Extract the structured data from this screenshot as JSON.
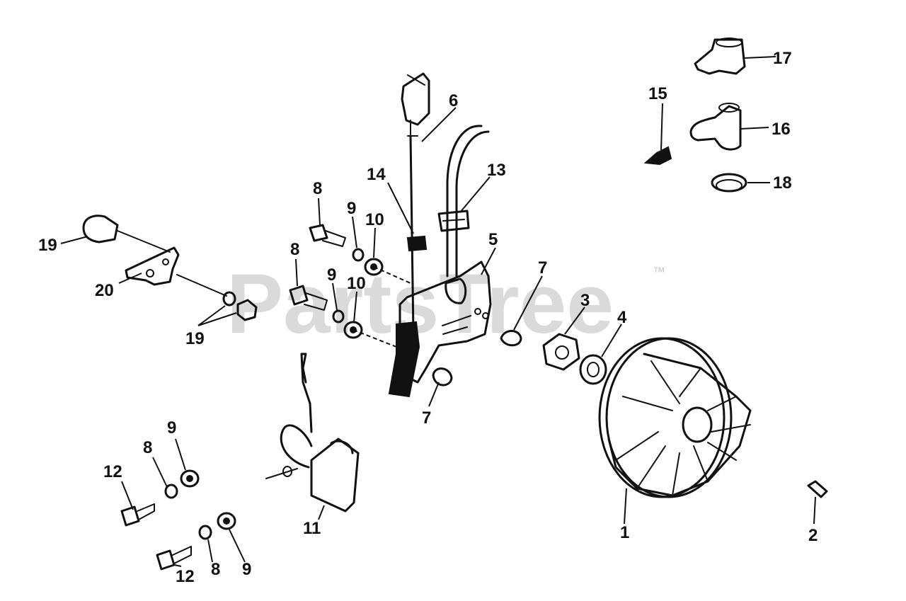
{
  "watermark": {
    "text": "PartsTree",
    "tm": "™"
  },
  "callouts": {
    "c1": "1",
    "c2": "2",
    "c3": "3",
    "c4": "4",
    "c5": "5",
    "c6": "6",
    "c7a": "7",
    "c7b": "7",
    "c8a": "8",
    "c8b": "8",
    "c8c": "8",
    "c8d": "8",
    "c9a": "9",
    "c9b": "9",
    "c9c": "9",
    "c9d": "9",
    "c10a": "10",
    "c10b": "10",
    "c11": "11",
    "c12a": "12",
    "c12b": "12",
    "c13": "13",
    "c14": "14",
    "c15": "15",
    "c16": "16",
    "c17": "17",
    "c18": "18",
    "c19a": "19",
    "c19b": "19",
    "c20": "20"
  }
}
